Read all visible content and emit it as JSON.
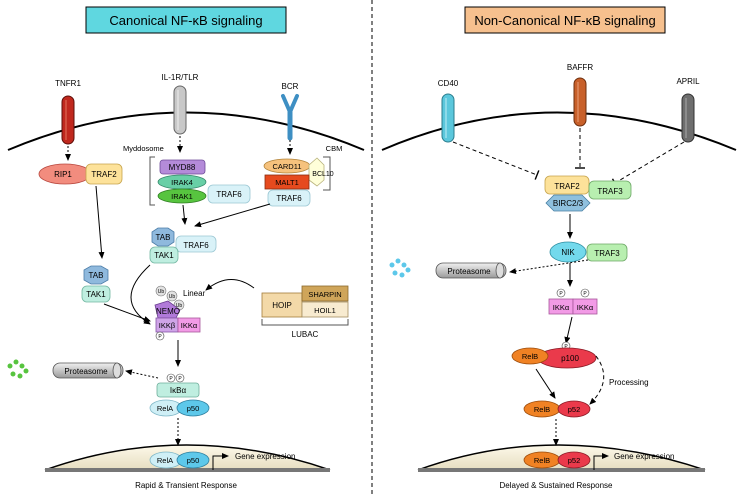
{
  "canonical": {
    "title": "Canonical NF-κB signaling",
    "receptors": {
      "tnfr1": "TNFR1",
      "il1r_tlr": "IL-1R/TLR",
      "bcr": "BCR"
    },
    "rip1": "RIP1",
    "traf2": "TRAF2",
    "myddosome": "Myddosome",
    "myd88": "MYD88",
    "irak4": "IRAK4",
    "irak1": "IRAK1",
    "traf6": "TRAF6",
    "cbm": "CBM",
    "card11": "CARD11",
    "bcl10": "BCL10",
    "malt1": "MALT1",
    "tab": "TAB",
    "tak1": "TAK1",
    "ub": "Ub",
    "linear": "Linear",
    "nemo": "NEMO",
    "ikkb": "IKKβ",
    "ikka": "IKKα",
    "p": "P",
    "hoip": "HOIP",
    "sharpin": "SHARPIN",
    "hoil1": "HOIL1",
    "lubac": "LUBAC",
    "proteasome": "Proteasome",
    "ikba": "IκBα",
    "rela": "RelA",
    "p50": "p50",
    "gene_expression": "Gene expression",
    "response": "Rapid & Transient Response"
  },
  "noncanonical": {
    "title": "Non-Canonical NF-κB signaling",
    "receptors": {
      "cd40": "CD40",
      "baffr": "BAFFR",
      "april": "APRIL"
    },
    "traf2": "TRAF2",
    "traf3": "TRAF3",
    "birc": "BIRC2/3",
    "nik": "NIK",
    "proteasome": "Proteasome",
    "ikka": "IKKα",
    "p": "P",
    "relb": "RelB",
    "p100": "p100",
    "p52": "p52",
    "processing": "Processing",
    "gene_expression": "Gene expression",
    "response": "Delayed & Sustained Response"
  },
  "colors": {
    "canonical_title_bg": "#5fd7e0",
    "noncanonical_title_bg": "#f6c08e",
    "tnfr1": "#c0281e",
    "il1r": "#c8c8c8",
    "bcr": "#3e8fc3",
    "cd40": "#5bc7dc",
    "baffr": "#c8602a",
    "april": "#6e6e6e",
    "traf2": "#fde29a",
    "traf6": "#d9f2f8",
    "tab": "#8fb9dd",
    "tak1": "#bfeee0",
    "nemo": "#b17ad9",
    "ikk": "#f29be6",
    "rela": "#cfeff6",
    "p50": "#5dc8ea",
    "relb": "#f08224",
    "p100": "#ea3a4b",
    "nik": "#73d9ec",
    "traf3": "#b8efb0",
    "birc": "#8fc0de",
    "myd88": "#b48bd9",
    "irak4": "#68cfa6",
    "irak1": "#57c43f",
    "card11": "#f6c27d",
    "malt1": "#e64a1e",
    "bcl10": "#ffffd9",
    "hoip": "#f3d9a8",
    "sharpin": "#cfa55a",
    "hoil1": "#f8ebd0"
  }
}
